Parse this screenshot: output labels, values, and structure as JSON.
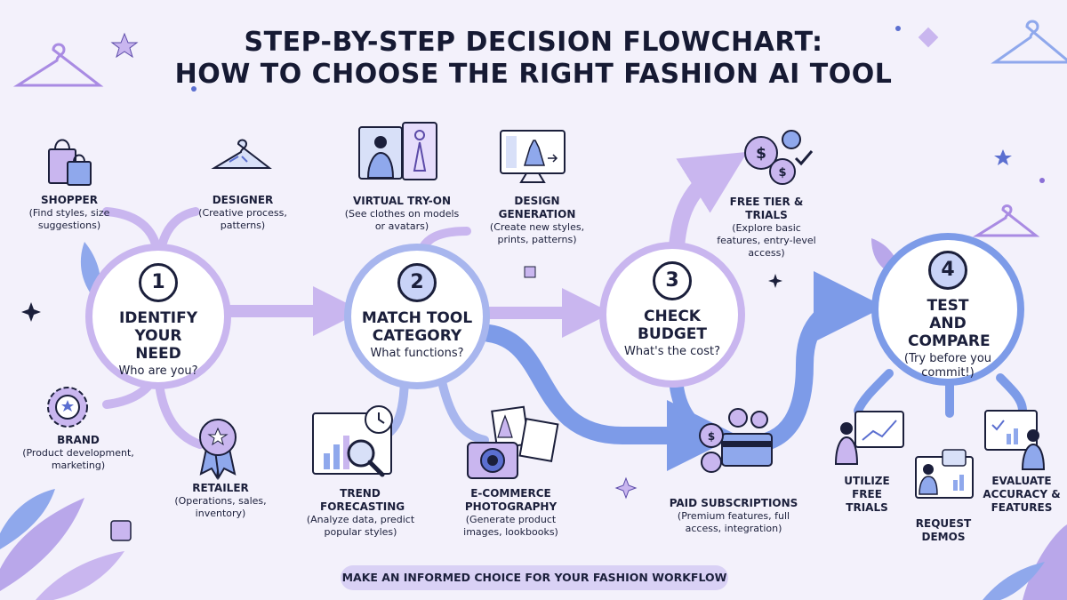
{
  "title": {
    "line1": "STEP-BY-STEP DECISION FLOWCHART:",
    "line2": "HOW TO CHOOSE THE RIGHT FASHION AI TOOL"
  },
  "steps": [
    {
      "number": "1",
      "heading": "IDENTIFY YOUR NEED",
      "sub": "Who are you?"
    },
    {
      "number": "2",
      "heading": "MATCH TOOL CATEGORY",
      "sub": "What functions?"
    },
    {
      "number": "3",
      "heading": "CHECK BUDGET",
      "sub": "What's the cost?"
    },
    {
      "number": "4",
      "heading": "TEST AND COMPARE",
      "sub": "(Try before you commit!)"
    }
  ],
  "branches": {
    "shopper": {
      "label": "SHOPPER",
      "desc": "(Find styles, size suggestions)",
      "icon": "shopping-bags-icon"
    },
    "designer": {
      "label": "DESIGNER",
      "desc": "(Creative process, patterns)",
      "icon": "hanger-sketch-icon"
    },
    "brand": {
      "label": "BRAND",
      "desc": "(Product development, marketing)",
      "icon": "gear-star-icon"
    },
    "retailer": {
      "label": "RETAILER",
      "desc": "(Operations, sales, inventory)",
      "icon": "award-ribbon-icon"
    },
    "virtual_try_on": {
      "label": "VIRTUAL TRY-ON",
      "desc": "(See clothes on models or avatars)",
      "icon": "virtual-mirror-icon"
    },
    "design_generation": {
      "label": "DESIGN GENERATION",
      "desc": "(Create new styles, prints, patterns)",
      "icon": "dress-monitor-icon"
    },
    "trend_forecasting": {
      "label": "TREND FORECASTING",
      "desc": "(Analyze data, predict popular styles)",
      "icon": "chart-magnifier-icon"
    },
    "ecommerce_photography": {
      "label": "E-COMMERCE PHOTOGRAPHY",
      "desc": "(Generate product images, lookbooks)",
      "icon": "camera-photos-icon"
    },
    "free_tier": {
      "label": "FREE TIER & TRIALS",
      "desc": "(Explore basic features, entry-level access)",
      "icon": "coins-check-icon"
    },
    "paid_subscriptions": {
      "label": "PAID SUBSCRIPTIONS",
      "desc": "(Premium features, full access, integration)",
      "icon": "credit-card-coins-icon"
    },
    "utilize_free_trials": {
      "label": "UTILIZE FREE TRIALS",
      "icon": "person-chart-icon"
    },
    "request_demos": {
      "label": "REQUEST DEMOS",
      "icon": "presenter-screen-icon"
    },
    "evaluate_accuracy": {
      "label": "EVALUATE ACCURACY & FEATURES",
      "icon": "analyst-dashboard-icon"
    }
  },
  "footer": {
    "banner": "MAKE AN INFORMED CHOICE FOR YOUR FASHION WORKFLOW"
  },
  "colors": {
    "background": "#f3f1fb",
    "lavender": "#c9b6ef",
    "lavender_dark": "#a98be3",
    "blue": "#7d9be8",
    "ink": "#1b1f3b",
    "banner": "#d9d1f5"
  }
}
